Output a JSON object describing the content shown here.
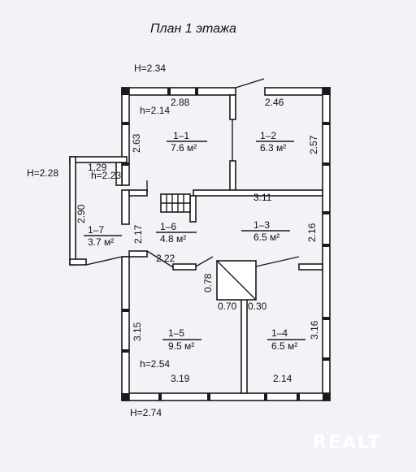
{
  "title": "План 1 этажа",
  "heights": {
    "top": "H=2.34",
    "left": "H=2.28",
    "bottom": "H=2.74",
    "room_1_1": "h=2.14",
    "room_1_7": "h=2.23",
    "room_1_5": "h=2.54"
  },
  "dimensions": {
    "d_2_88": "2.88",
    "d_2_46": "2.46",
    "d_2_63": "2.63",
    "d_2_57": "2.57",
    "d_1_29": "1,29",
    "d_2_90": "2.90",
    "d_3_11": "3.11",
    "d_2_17": "2.17",
    "d_2_16": "2.16",
    "d_2_22": "2.22",
    "d_0_78": "0.78",
    "d_0_70": "0.70",
    "d_0_30": "0.30",
    "d_3_15": "3.15",
    "d_3_16": "3.16",
    "d_3_19": "3.19",
    "d_2_14": "2.14"
  },
  "rooms": [
    {
      "id": "1–1",
      "area": "7.6 м²"
    },
    {
      "id": "1–2",
      "area": "6.3 м²"
    },
    {
      "id": "1–6",
      "area": "4.8 м²"
    },
    {
      "id": "1–3",
      "area": "6.5 м²"
    },
    {
      "id": "1–7",
      "area": "3.7 м²"
    },
    {
      "id": "1–5",
      "area": "9.5 м²"
    },
    {
      "id": "1–4",
      "area": "6.5 м²"
    }
  ],
  "watermark": "REALT"
}
